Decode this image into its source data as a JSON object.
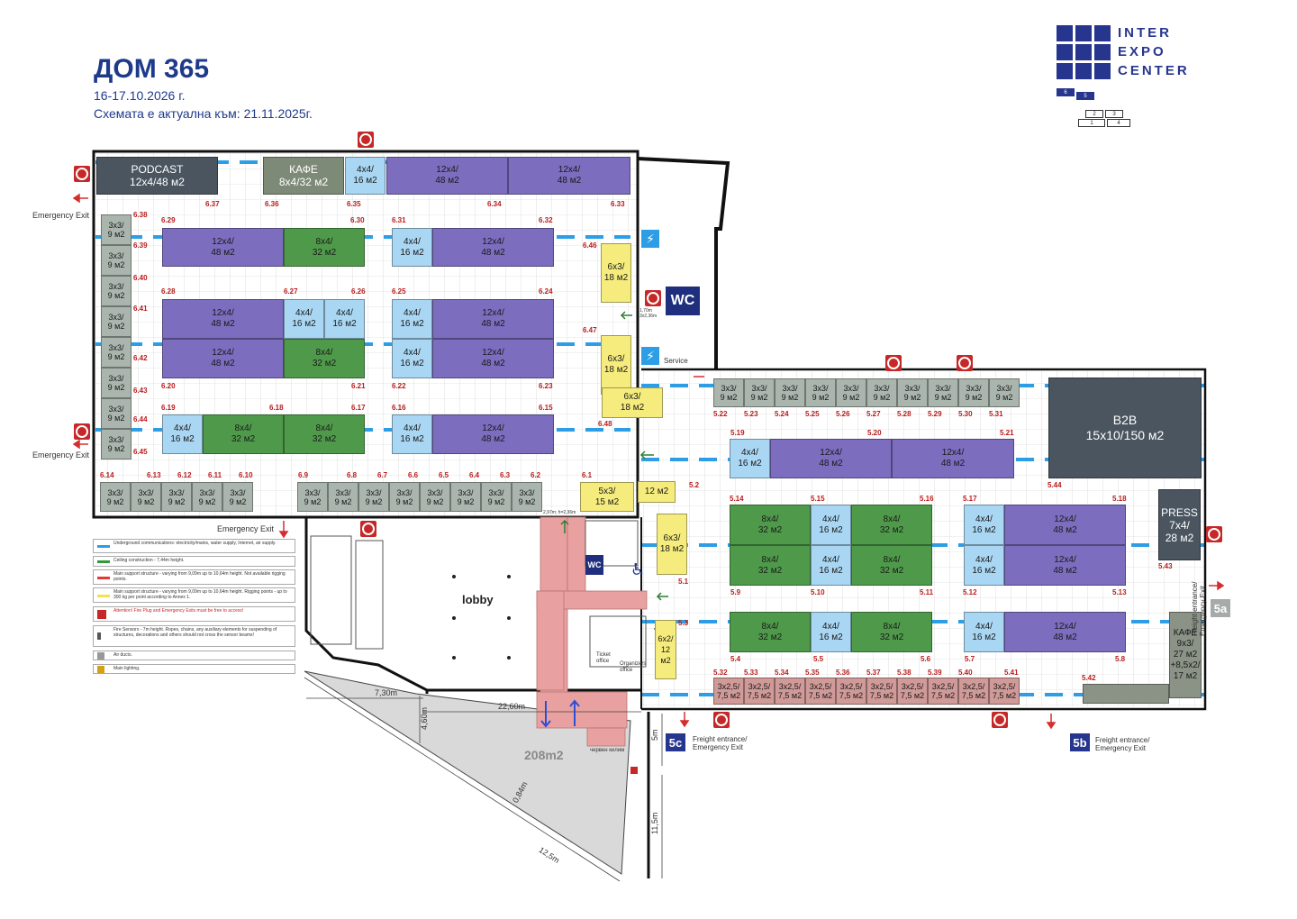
{
  "header": {
    "title": "ДОМ 365",
    "dates": "16-17.10.2026 г.",
    "actual": "Схемата е актуална към: 21.11.2025г."
  },
  "logo": {
    "line1": "INTER",
    "line2": "EXPO",
    "line3": "CENTER",
    "brand_color": "#26358e"
  },
  "minimap": {
    "labels": [
      "6",
      "5",
      "2",
      "3",
      "1",
      "4"
    ]
  },
  "colors": {
    "purple": "#7c6dbf",
    "green": "#4f9a4a",
    "blue": "#a9d6f2",
    "gray": "#a9b5ad",
    "dark": "#4a5560",
    "yellow": "#f5ec7d",
    "pink": "#cf9a98",
    "numbers": "#b91c1c"
  },
  "booth_labels": {
    "podcast": "PODCAST\n12x4/48 м2",
    "cafe_top": "КАФЕ\n8x4/32 м2",
    "b_4x4": "4x4/\n16 м2",
    "b_12x4": "12x4/\n48 м2",
    "b_8x4": "8x4/\n32 м2",
    "b_3x3": "3x3/\n9 м2",
    "b_6x3": "6x3/\n18 м2",
    "b_5x3": "5x3/\n15 м2",
    "b_12m2": "12 м2",
    "b_6x2": "6x2/\n12 м2",
    "b_3x25": "3x2,5/\n7,5 м2",
    "b2b": "B2B\n15x10/150 м2",
    "press": "PRESS\n7x4/\n28 м2",
    "cafe_right": "КАФЕ\n9x3/\n27 м2\n+8,5x2/\n17 м2"
  },
  "stand_numbers": {
    "hall6_top": [
      "6.37",
      "6.36",
      "6.35",
      "6.34",
      "6.33"
    ],
    "hall6_row1": [
      "6.29",
      "6.30",
      "6.31",
      "6.32"
    ],
    "hall6_row2": [
      "6.28",
      "6.27",
      "6.26",
      "6.25",
      "6.24"
    ],
    "hall6_row3": [
      "6.20",
      "6.21",
      "6.22",
      "6.23"
    ],
    "hall6_row4": [
      "6.19",
      "6.18",
      "6.17",
      "6.16",
      "6.15"
    ],
    "hall6_left": [
      "6.38",
      "6.39",
      "6.40",
      "6.41",
      "6.42",
      "6.43",
      "6.44",
      "6.45"
    ],
    "hall6_bottom": [
      "6.14",
      "6.13",
      "6.12",
      "6.11",
      "6.10",
      "6.9",
      "6.8",
      "6.7",
      "6.6",
      "6.5",
      "6.4",
      "6.3",
      "6.2",
      "6.1"
    ],
    "hall6_right": [
      "6.46",
      "6.47",
      "6.48"
    ],
    "hall5_top": [
      "5.22",
      "5.23",
      "5.24",
      "5.25",
      "5.26",
      "5.27",
      "5.28",
      "5.29",
      "5.30",
      "5.31"
    ],
    "hall5_row1": [
      "5.19",
      "5.20",
      "5.21",
      "5.44"
    ],
    "hall5_row2": [
      "5.14",
      "5.15",
      "5.16",
      "5.17",
      "5.18"
    ],
    "hall5_row3": [
      "5.9",
      "5.10",
      "5.11",
      "5.12",
      "5.13",
      "5.43"
    ],
    "hall5_row4": [
      "5.4",
      "5.5",
      "5.6",
      "5.7",
      "5.8"
    ],
    "hall5_bottom": [
      "5.32",
      "5.33",
      "5.34",
      "5.35",
      "5.36",
      "5.37",
      "5.38",
      "5.39",
      "5.40",
      "5.41",
      "5.42"
    ],
    "hall5_left": [
      "5.2",
      "5.1",
      "5.3"
    ]
  },
  "labels": {
    "emergency_exit": "Emergency Exit",
    "freight_entrance": "Freight entrance/\nEmergency Exit",
    "freight_vertical": "Freight entrance/\nEmergency Exit",
    "wc": "WC",
    "service": "Service",
    "lobby": "lobby",
    "ticket_office": "Ticket\noffice",
    "organizers_office": "Organizers\noffice",
    "tag_5c": "5c",
    "tag_5b": "5b",
    "tag_5a": "5a",
    "area_208": "208m2",
    "red_carpet": "червен килим",
    "door_1": "1,70m\n3x2,36m",
    "door_2": "2,97m; h=2,36m"
  },
  "dimensions": [
    "7,30m",
    "4,60m",
    "22,60m",
    "5m",
    "0,84m",
    "11,5m",
    "12,5m"
  ],
  "legend": [
    {
      "text": "Underground communications: electricity/mains, water supply, Internet, air supply.",
      "color": "#2d9ee5"
    },
    {
      "text": "Ceiling construction - 7,44m height.",
      "color": "#2e9a3a"
    },
    {
      "text": "Main support structure - varying from 9,09m up to 10,64m height. Not available rigging points.",
      "color": "#e53935"
    },
    {
      "text": "Main support structure - varying from 9,09m up to 10,64m height. Rigging points - up to 300 kg per point according to Annex 1.",
      "color": "#f2e24e"
    },
    {
      "text": "Attention! Fire Plug and Emergency Exits must be free to access!",
      "color": "#c62828"
    },
    {
      "text": "Fire Sensors - 7m height. Ropes, chains, any auxiliary elements for suspending of structures, decorations and others should not cross the sensor beams!",
      "color": "#555555"
    },
    {
      "text": "Air ducts.",
      "color": "#999999"
    },
    {
      "text": "Main lighting.",
      "color": "#d4a017"
    }
  ]
}
